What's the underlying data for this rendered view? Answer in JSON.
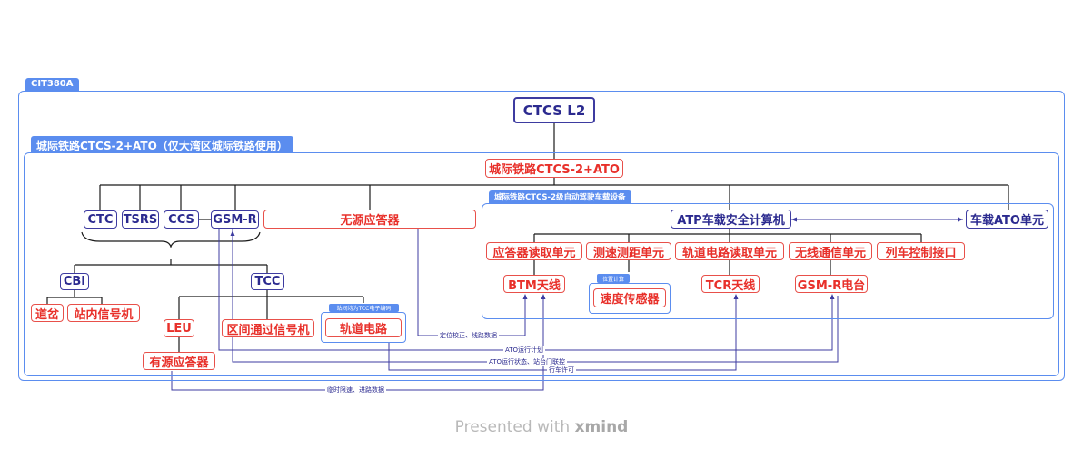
{
  "outer_tag": "CIT380A",
  "root_title": "CTCS L2",
  "intercity_tag": "城际铁路CTCS-2+ATO（仅大湾区城际铁路使用）",
  "intercity_title": "城际铁路CTCS-2+ATO",
  "onboard_tag": "城际铁路CTCS-2级自动驾驶车载设备",
  "nodes": {
    "ctc": "CTC",
    "tsrs": "TSRS",
    "ccs": "CCS",
    "gsmr": "GSM-R",
    "passive_balise": "无源应答器",
    "cbi": "CBI",
    "tcc": "TCC",
    "switch": "道岔",
    "station_signal": "站内信号机",
    "leu": "LEU",
    "block_signal": "区间通过信号机",
    "track_circuit": "轨道电路",
    "active_balise": "有源应答器",
    "atp": "ATP车载安全计算机",
    "ato_unit": "车载ATO单元",
    "balise_reader": "应答器读取单元",
    "speed_distance": "测速测距单元",
    "track_reader": "轨道电路读取单元",
    "wireless": "无线通信单元",
    "train_interface": "列车控制接口",
    "btm": "BTM天线",
    "speed_sensor": "速度传感器",
    "tcr": "TCR天线",
    "gsmr_radio": "GSM-R电台"
  },
  "small_tags": {
    "track_code": "站间均为TCC电子编码",
    "position": "位置计算"
  },
  "edge_labels": {
    "position_fix": "定位校正、线路数据",
    "ato_plan": "ATO运行计划",
    "ato_status": "ATO运行状态、站台门联控",
    "movement_authority": "行车许可",
    "temp_speed": "临时限速、进路数据"
  },
  "footer": {
    "prefix": "Presented with ",
    "brand": "xmind"
  },
  "colors": {
    "accent": "#5b8def",
    "node_blue": "#2b2a8f",
    "node_red": "#e8302a",
    "wire": "#1a1a1a",
    "data_wire": "#3d3ba0"
  }
}
